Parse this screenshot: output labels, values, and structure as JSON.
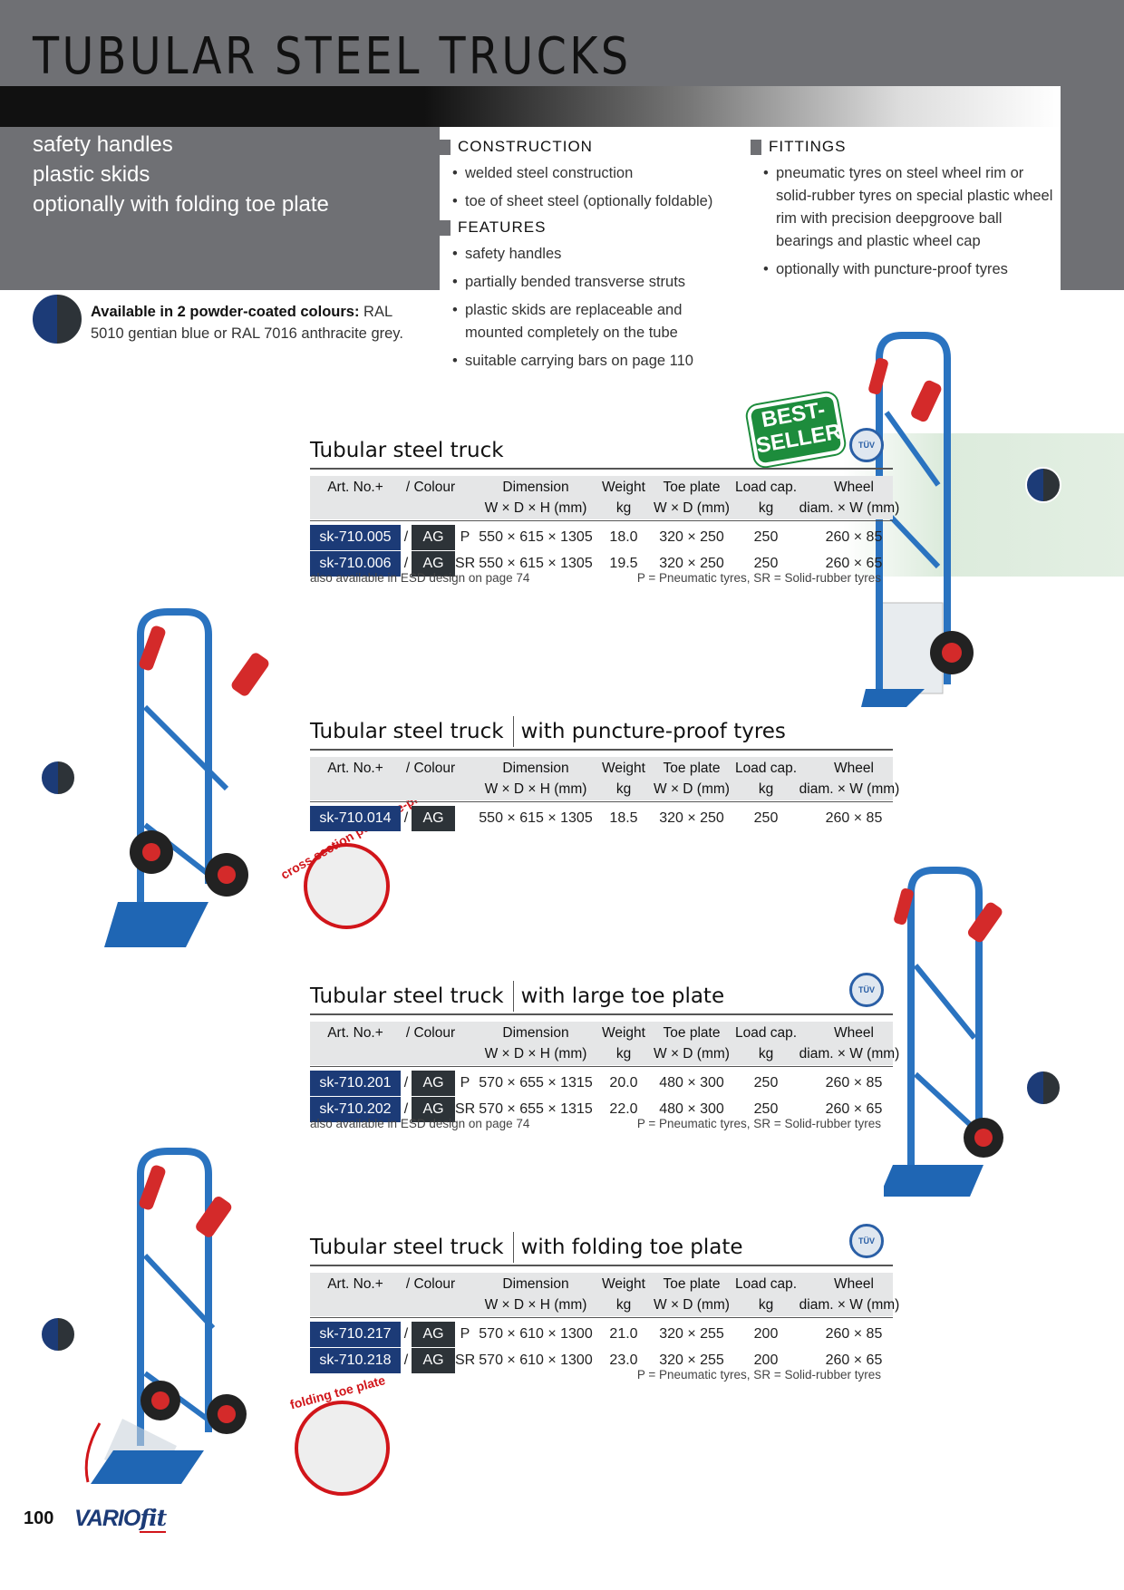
{
  "header": {
    "title": "TUBULAR STEEL TRUCKS"
  },
  "taglines": [
    "safety handles",
    "plastic skids",
    "optionally with folding toe plate"
  ],
  "construction": {
    "title": "CONSTRUCTION",
    "items": [
      "welded steel construction",
      "toe of sheet steel (optionally foldable)"
    ]
  },
  "features": {
    "title": "FEATURES",
    "items": [
      "safety handles",
      "partially bended transverse struts",
      "plastic skids are replaceable and mounted completely on the tube",
      "suitable carrying bars on page 110"
    ]
  },
  "fittings": {
    "title": "FITTINGS",
    "items": [
      "pneumatic tyres on steel wheel rim or solid-rubber tyres on special plastic wheel rim with precision deepgroove ball bearings and plastic wheel cap",
      "optionally with puncture-proof tyres"
    ]
  },
  "colours": {
    "bold": "Available in 2 powder-coated colours:",
    "text": " RAL 5010 gentian blue or RAL 7016 anthracite grey.",
    "blue": "#1c3b77",
    "grey": "#2d3338"
  },
  "columns": {
    "art": "Art. No.+",
    "colour": "/  Colour",
    "dim": "Dimension",
    "dim2": "W × D × H (mm)",
    "weight": "Weight",
    "weight2": "kg",
    "toe": "Toe plate",
    "toe2": "W × D (mm)",
    "load": "Load cap.",
    "load2": "kg",
    "wheel": "Wheel",
    "wheel2": "diam. × W (mm)"
  },
  "bestseller": {
    "l1": "BEST-",
    "l2": "SELLER"
  },
  "tuv": "TÜV",
  "tables": [
    {
      "title": "Tubular steel truck",
      "subtitle": "",
      "rows": [
        {
          "art": "sk-710.005",
          "slash": "/",
          "colour": "AG",
          "tyre": "P",
          "dim": "550 × 615 × 1305",
          "weight": "18.0",
          "toe": "320 × 250",
          "load": "250",
          "wheel": "260 × 85"
        },
        {
          "art": "sk-710.006",
          "slash": "/",
          "colour": "AG",
          "tyre": "SR",
          "dim": "550 × 615 × 1305",
          "weight": "19.5",
          "toe": "320 × 250",
          "load": "250",
          "wheel": "260 × 65"
        }
      ],
      "note_left": "also available in ESD design on page 74",
      "note_right": "P = Pneumatic tyres, SR = Solid-rubber tyres"
    },
    {
      "title": "Tubular steel truck",
      "subtitle": "with puncture-proof tyres",
      "rows": [
        {
          "art": "sk-710.014",
          "slash": "/",
          "colour": "AG",
          "tyre": "",
          "dim": "550 × 615 × 1305",
          "weight": "18.5",
          "toe": "320 × 250",
          "load": "250",
          "wheel": "260 × 85"
        }
      ],
      "note_left": "",
      "note_right": ""
    },
    {
      "title": "Tubular steel truck",
      "subtitle": "with large toe plate",
      "rows": [
        {
          "art": "sk-710.201",
          "slash": "/",
          "colour": "AG",
          "tyre": "P",
          "dim": "570 × 655 × 1315",
          "weight": "20.0",
          "toe": "480 × 300",
          "load": "250",
          "wheel": "260 × 85"
        },
        {
          "art": "sk-710.202",
          "slash": "/",
          "colour": "AG",
          "tyre": "SR",
          "dim": "570 × 655 × 1315",
          "weight": "22.0",
          "toe": "480 × 300",
          "load": "250",
          "wheel": "260 × 65"
        }
      ],
      "note_left": "also available in ESD design on page 74",
      "note_right": "P = Pneumatic tyres, SR = Solid-rubber tyres"
    },
    {
      "title": "Tubular steel truck",
      "subtitle": "with folding toe plate",
      "rows": [
        {
          "art": "sk-710.217",
          "slash": "/",
          "colour": "AG",
          "tyre": "P",
          "dim": "570 × 610 × 1300",
          "weight": "21.0",
          "toe": "320 × 255",
          "load": "200",
          "wheel": "260 × 85"
        },
        {
          "art": "sk-710.218",
          "slash": "/",
          "colour": "AG",
          "tyre": "SR",
          "dim": "570 × 610 × 1300",
          "weight": "23.0",
          "toe": "320 × 255",
          "load": "200",
          "wheel": "260 × 65"
        }
      ],
      "note_left": "",
      "note_right": "P = Pneumatic tyres, SR = Solid-rubber tyres"
    }
  ],
  "callouts": {
    "puncture": "cross section puncture-proof tyre",
    "folding": "folding toe plate"
  },
  "footer": {
    "page": "100",
    "brand": "VARIO",
    "brand2": "fit"
  }
}
